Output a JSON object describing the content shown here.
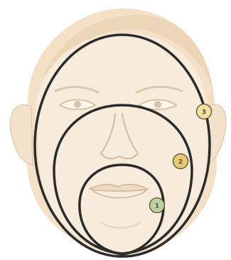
{
  "markers": [
    {
      "label": "1",
      "color": "#b9d3a0"
    },
    {
      "label": "2",
      "color": "#e7c977"
    },
    {
      "label": "3",
      "color": "#efe2a0"
    }
  ],
  "colors": {
    "skin": "#f5e7d3",
    "skin_shadow": "#ead6bb",
    "hair_shadow": "#efd9bb",
    "outline": "#2b2b2b",
    "feature": "#cbb59d"
  }
}
